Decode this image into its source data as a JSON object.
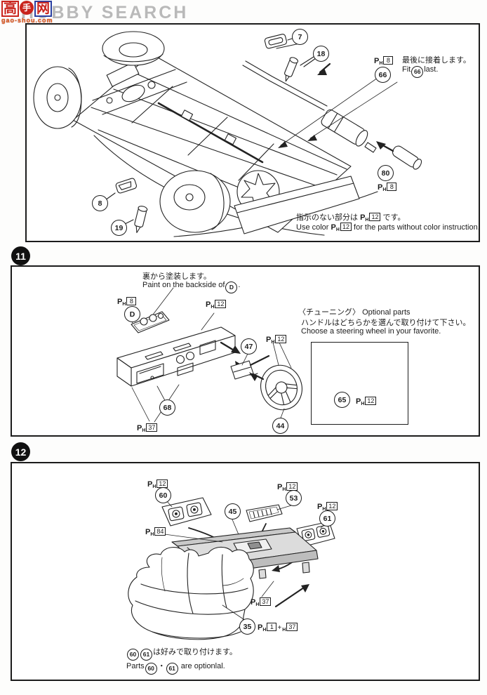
{
  "watermark": {
    "brand": "HOBBY SEARCH",
    "logo_char_1": "高",
    "logo_char_2": "手",
    "logo_char_3": "网",
    "logo_url": "gao-shou.com"
  },
  "paint": {
    "p": "P",
    "h": "H",
    "plus": "+"
  },
  "chassis_panel": {
    "callouts": {
      "p7": "7",
      "p18": "18",
      "p66": "66",
      "p80": "80",
      "p8": "8",
      "p19": "19"
    },
    "paint_codes": {
      "near_66": "8",
      "near_80": "8"
    },
    "fit_note": {
      "jp": "最後に接着します。",
      "en_pre": "Fit",
      "part": "66",
      "en_post": "last."
    },
    "color_note": {
      "jp_pre": "指示のない部分は",
      "code": "12",
      "jp_post": "です。",
      "en_pre": "Use color",
      "en_post": "for the parts without color instruction."
    }
  },
  "step11_panel": {
    "step_no": "11",
    "backside_note": {
      "jp": "裏から塗装します。",
      "en_pre": "Paint on the backside of",
      "part": "D",
      "en_post": "."
    },
    "callouts": {
      "d": "D",
      "p68": "68",
      "p47": "47",
      "p44": "44",
      "p65": "65"
    },
    "paint_codes": {
      "near_d": "8",
      "dash_top": "12",
      "near_44": "12",
      "dash_bottom": "37",
      "near_65": "12"
    },
    "optional_note": {
      "jp_title": "〈チューニング〉",
      "en_title": "Optional parts",
      "jp": "ハンドルはどちらかを選んで取り付けて下さい。",
      "en": "Choose a steering wheel in your favorite."
    }
  },
  "step12_panel": {
    "step_no": "12",
    "callouts": {
      "p60": "60",
      "p45": "45",
      "p53": "53",
      "p61": "61",
      "p35": "35"
    },
    "paint_codes": {
      "near_60": "12",
      "near_53": "12",
      "near_61": "12",
      "shelf": "84",
      "shelf_foot": "37",
      "seat_code_1": "1",
      "seat_code_2": "37"
    },
    "optional_note": {
      "jp_p1": "60",
      "jp_p2": "61",
      "jp_post": "は好みで取り付けます。",
      "en_pre": "Parts",
      "en_p1": "60",
      "en_sep": "・",
      "en_p2": "61",
      "en_post": "are optionlal."
    }
  }
}
